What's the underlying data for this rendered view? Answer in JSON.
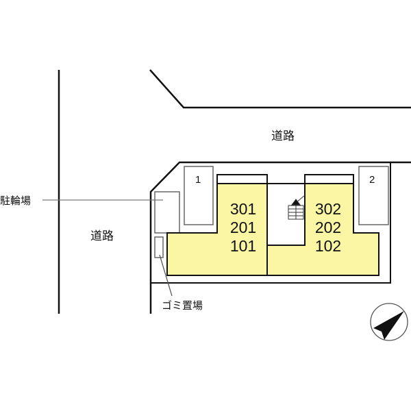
{
  "roads": {
    "top": "道路",
    "left": "道路"
  },
  "labels": {
    "bicycle_parking": "駐輪場",
    "garbage": "ゴミ置場"
  },
  "parking": [
    {
      "number": "1"
    },
    {
      "number": "2"
    }
  ],
  "buildings": [
    {
      "units": [
        "301",
        "201",
        "101"
      ]
    },
    {
      "units": [
        "302",
        "202",
        "102"
      ]
    }
  ],
  "colors": {
    "building_fill": "#fbf6a4",
    "line": "#111111"
  },
  "icons": {
    "stairs": "stairs-icon",
    "compass": "north-arrow-icon"
  }
}
